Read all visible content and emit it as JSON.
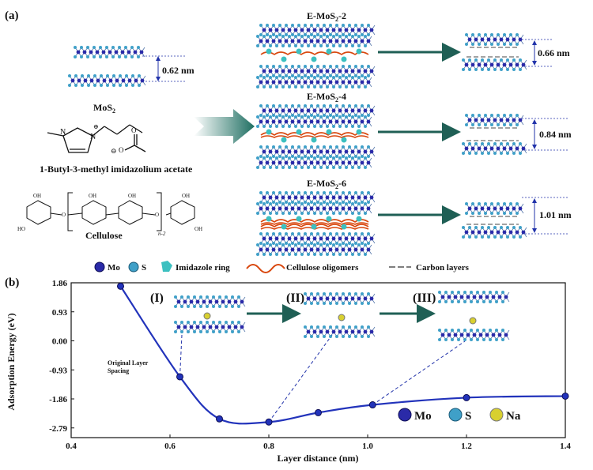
{
  "panel_a": {
    "label": "(a)",
    "mos2_label": "MoS",
    "mos2_sub": "2",
    "mos2_spacing": "0.62 nm",
    "ionic_liquid_label": "1-Butyl-3-methyl imidazolium acetate",
    "cellulose_label": "Cellulose",
    "products": [
      {
        "name": "E-MoS",
        "sub": "2",
        "suffix": "-2",
        "spacing": "0.66 nm"
      },
      {
        "name": "E-MoS",
        "sub": "2",
        "suffix": "-4",
        "spacing": "0.84 nm"
      },
      {
        "name": "E-MoS",
        "sub": "2",
        "suffix": "-6",
        "spacing": "1.01 nm"
      }
    ],
    "legend": {
      "mo": "Mo",
      "s": "S",
      "imidazole": "Imidazole ring",
      "cellulose": "Cellulose oligomers",
      "carbon": "Carbon layers"
    },
    "colors": {
      "mo": "#2a2aa8",
      "s": "#3fa0c8",
      "imidazole": "#3cc0c0",
      "cellulose": "#d9480f",
      "arrow": "#1f5f55"
    }
  },
  "panel_b": {
    "label": "(b)",
    "stages": [
      "(I)",
      "(II)",
      "(III)"
    ],
    "annotation": "Original Layer Spacing",
    "legend": {
      "mo": "Mo",
      "s": "S",
      "na": "Na"
    },
    "colors": {
      "curve": "#2233bb",
      "na": "#d8d030"
    }
  },
  "chart_data": {
    "type": "line",
    "xlabel": "Layer distance (nm)",
    "ylabel": "Adsorption Energy (eV)",
    "xlim": [
      0.4,
      1.4
    ],
    "ylim": [
      -3.1,
      1.86
    ],
    "xticks": [
      "0.4",
      "0.6",
      "0.8",
      "1.0",
      "1.2",
      "1.4"
    ],
    "yticks": [
      "1.86",
      "0.93",
      "0.00",
      "-0.93",
      "-1.86",
      "-2.79"
    ],
    "x": [
      0.5,
      0.62,
      0.7,
      0.8,
      0.9,
      1.01,
      1.2,
      1.4
    ],
    "y": [
      1.75,
      -1.15,
      -2.5,
      -2.6,
      -2.3,
      -2.05,
      -1.82,
      -1.77
    ],
    "grid": false,
    "legend_position": "bottom-right"
  }
}
